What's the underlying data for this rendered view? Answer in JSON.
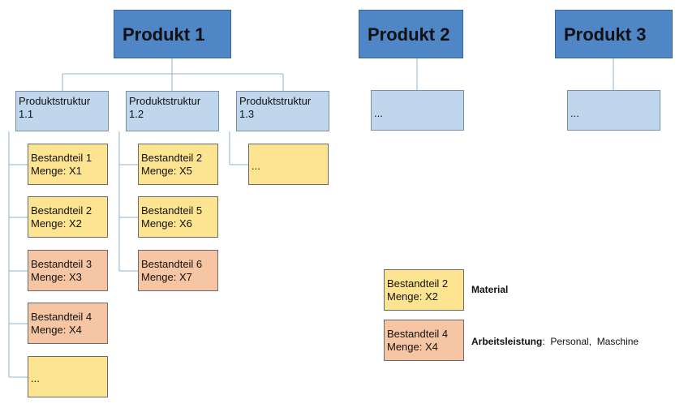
{
  "products": [
    {
      "label": "Produkt 1"
    },
    {
      "label": "Produkt 2"
    },
    {
      "label": "Produkt 3"
    }
  ],
  "structures": [
    {
      "label": "Produktstruktur\n1.1"
    },
    {
      "label": "Produktstruktur\n1.2"
    },
    {
      "label": "Produktstruktur\n1.3"
    },
    {
      "label": "..."
    },
    {
      "label": "..."
    }
  ],
  "components": [
    {
      "label": "Bestandteil 1\nMenge: X1",
      "kind": "material"
    },
    {
      "label": "Bestandteil 2\nMenge: X2",
      "kind": "material"
    },
    {
      "label": "Bestandteil 3\nMenge: X3",
      "kind": "labor"
    },
    {
      "label": "Bestandteil 4\nMenge: X4",
      "kind": "labor"
    },
    {
      "label": "...",
      "kind": "material"
    },
    {
      "label": "Bestandteil 2\nMenge: X5",
      "kind": "material"
    },
    {
      "label": "Bestandteil 5\nMenge: X6",
      "kind": "material"
    },
    {
      "label": "Bestandteil 6\nMenge: X7",
      "kind": "labor"
    },
    {
      "label": "...",
      "kind": "material"
    }
  ],
  "legend": {
    "material_box": "Bestandteil 2\nMenge: X2",
    "material_label": "Material",
    "labor_box": "Bestandteil 4\nMenge: X4",
    "labor_label_bold": "Arbeitsleistung",
    "labor_label_rest": ":  Personal,  Maschine"
  },
  "colors": {
    "product": "#4f86c6",
    "structure": "#bfd6ec",
    "material": "#fde491",
    "labor": "#f6c6a4",
    "connector": "#8fb2d3"
  }
}
